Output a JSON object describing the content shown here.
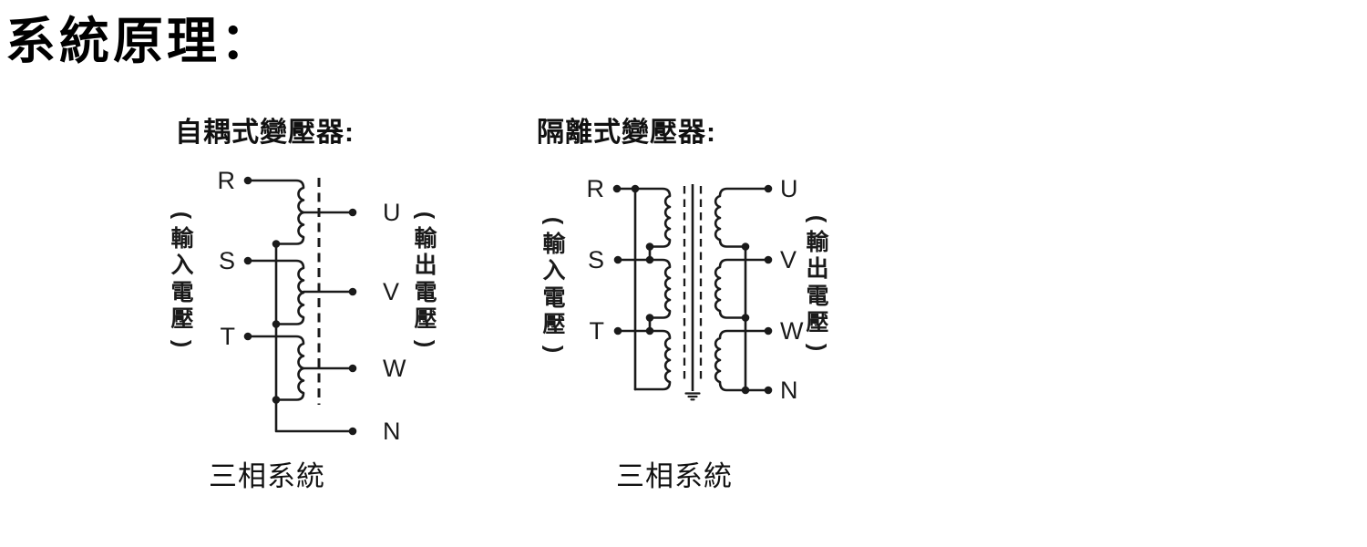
{
  "page": {
    "title": "系統原理：",
    "paren_open": "(",
    "paren_close": ")",
    "ink_color": "#1a1a1a",
    "background_color": "#ffffff"
  },
  "diagrams": [
    {
      "heading": "自耦式變壓器:",
      "input_label": "輸入電壓",
      "output_label": "輸出電壓",
      "input_terminals": [
        "R",
        "S",
        "T"
      ],
      "output_terminals": [
        "U",
        "V",
        "W",
        "N"
      ],
      "caption": "三相系統"
    },
    {
      "heading": "隔離式變壓器:",
      "input_label": "輸入電壓",
      "output_label": "輸出電壓",
      "input_terminals": [
        "R",
        "S",
        "T"
      ],
      "output_terminals": [
        "U",
        "V",
        "W",
        "N"
      ],
      "caption": "三相系統"
    }
  ]
}
